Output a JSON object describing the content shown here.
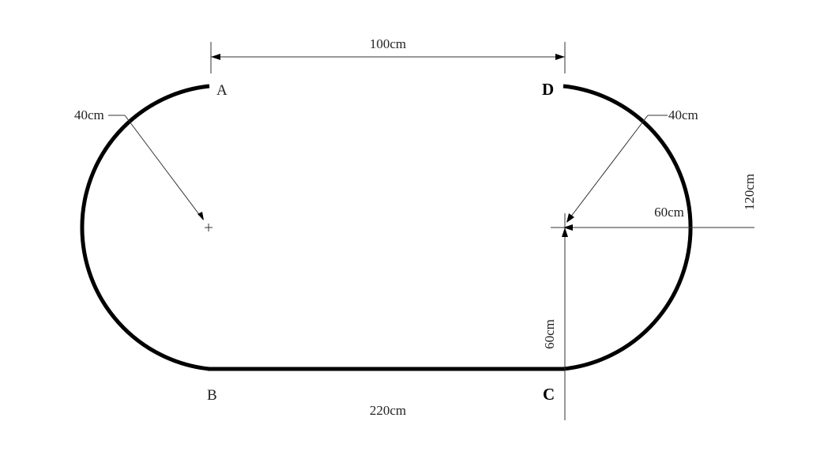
{
  "labels": {
    "top_width": "100cm",
    "left_radius": "40cm",
    "right_radius": "40cm",
    "horizontal_60": "60cm",
    "vertical_60": "60cm",
    "height": "120cm",
    "bottom_width": "220cm"
  },
  "points": {
    "a": "A",
    "b": "B",
    "c": "C",
    "d": "D"
  },
  "colors": {
    "track": "#000000",
    "dimension": "#333333",
    "text": "#222222"
  }
}
